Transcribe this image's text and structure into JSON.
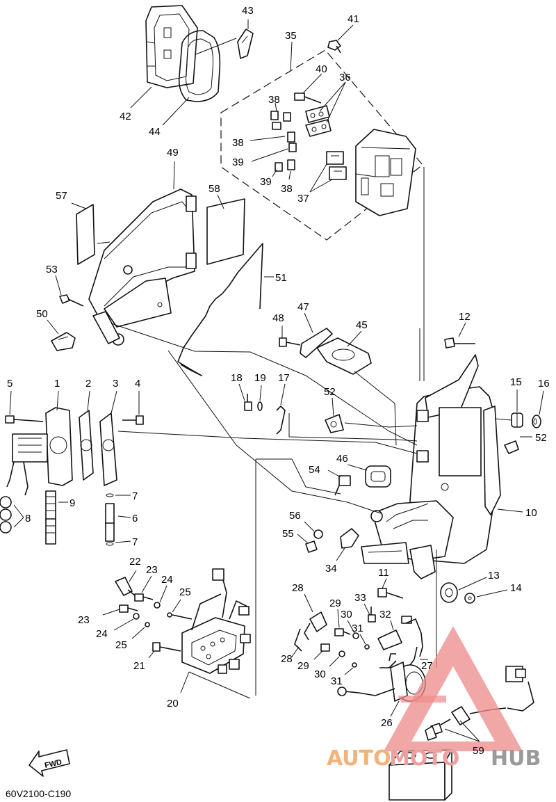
{
  "diagram": {
    "code": "60V2100-C190",
    "fwd_label": "FWD",
    "callouts": [
      "43",
      "41",
      "35",
      "40",
      "36",
      "42",
      "44",
      "38",
      "38",
      "39",
      "39",
      "38",
      "37",
      "49",
      "57",
      "58",
      "51",
      "53",
      "50",
      "48",
      "47",
      "45",
      "12",
      "18",
      "19",
      "17",
      "52",
      "15",
      "16",
      "5",
      "1",
      "2",
      "3",
      "4",
      "52",
      "54",
      "46",
      "10",
      "7",
      "9",
      "8",
      "6",
      "7",
      "56",
      "55",
      "34",
      "22",
      "23",
      "11",
      "13",
      "14",
      "24",
      "25",
      "28",
      "29",
      "30",
      "33",
      "32",
      "23",
      "24",
      "25",
      "21",
      "31",
      "28",
      "29",
      "30",
      "31",
      "27",
      "20",
      "26",
      "59"
    ]
  },
  "watermark": {
    "text_part1": "AUTO",
    "text_part2": "MOTO",
    "text_part3": "HUB",
    "colors": {
      "orange": "#f2b27a",
      "pink": "#eea0a0",
      "gray": "#9a9a9a",
      "triangle": "#ee8a8a"
    }
  }
}
